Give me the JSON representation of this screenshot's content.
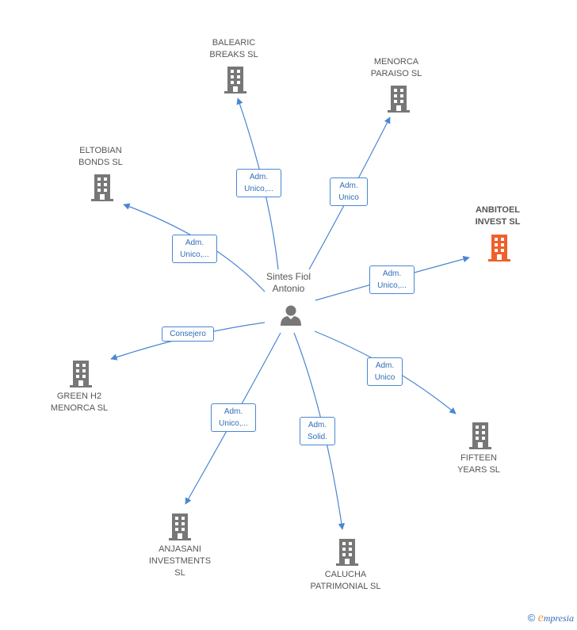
{
  "center": {
    "name": "Sintes Fiol\nAntonio"
  },
  "companies": [
    {
      "id": "balearic",
      "label": "BALEARIC\nBREAKS SL",
      "highlight": false
    },
    {
      "id": "menorca",
      "label": "MENORCA\nPARAISO SL",
      "highlight": false
    },
    {
      "id": "eltobian",
      "label": "ELTOBIAN\nBONDS  SL",
      "highlight": false
    },
    {
      "id": "anbitoel",
      "label": "ANBITOEL\nINVEST  SL",
      "highlight": true
    },
    {
      "id": "greenh2",
      "label": "GREEN H2\nMENORCA  SL",
      "highlight": false
    },
    {
      "id": "fifteen",
      "label": "FIFTEEN\nYEARS  SL",
      "highlight": false
    },
    {
      "id": "anjasani",
      "label": "ANJASANI\nINVESTMENTS\nSL",
      "highlight": false
    },
    {
      "id": "calucha",
      "label": "CALUCHA\nPATRIMONIAL SL",
      "highlight": false
    }
  ],
  "relations": [
    {
      "target": "balearic",
      "label": "Adm.\nUnico,..."
    },
    {
      "target": "menorca",
      "label": "Adm.\nUnico"
    },
    {
      "target": "eltobian",
      "label": "Adm.\nUnico,..."
    },
    {
      "target": "anbitoel",
      "label": "Adm.\nUnico,..."
    },
    {
      "target": "greenh2",
      "label": "Consejero"
    },
    {
      "target": "fifteen",
      "label": "Adm.\nUnico"
    },
    {
      "target": "anjasani",
      "label": "Adm.\nUnico,..."
    },
    {
      "target": "calucha",
      "label": "Adm.\nSolid."
    }
  ],
  "colors": {
    "edge": "#4a86d4",
    "building": "#777777",
    "highlight_building": "#f0602a",
    "text": "#555555"
  },
  "footer": {
    "copyright": "©",
    "e": "e",
    "brand": "mpresia"
  }
}
